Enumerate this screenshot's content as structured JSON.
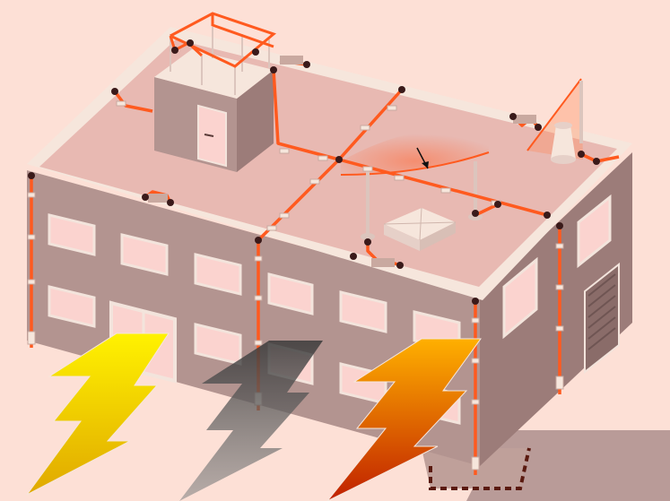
{
  "scene": {
    "subject": "building-lightning-protection",
    "colors": {
      "background": "#fde0d6",
      "roof": "#e8b9b2",
      "roof_edge": "#f6e6dc",
      "wall_front": "#b39490",
      "wall_side": "#9c7c79",
      "window": "#fbd3cf",
      "conductor": "#ff5a1f",
      "joint": "#3a1a1a",
      "bolt_yellow_top": "#fff200",
      "bolt_yellow_bottom": "#e0a800",
      "bolt_gray": "#6a6a6a",
      "bolt_orange_top": "#ffb000",
      "bolt_orange_bottom": "#c02000",
      "ground": "#a88a88"
    },
    "bolts": [
      {
        "name": "yellow-lightning-bolt",
        "style": "yellow"
      },
      {
        "name": "gray-lightning-bolt",
        "style": "gray"
      },
      {
        "name": "orange-lightning-bolt",
        "style": "orange"
      }
    ],
    "features": [
      "rooftop-stair-enclosure",
      "roof-conductor-grid",
      "air-terminal-masts",
      "skylight",
      "chimney-vent",
      "down-conductors",
      "ground-electrode-pit",
      "protection-zone-cone"
    ]
  }
}
